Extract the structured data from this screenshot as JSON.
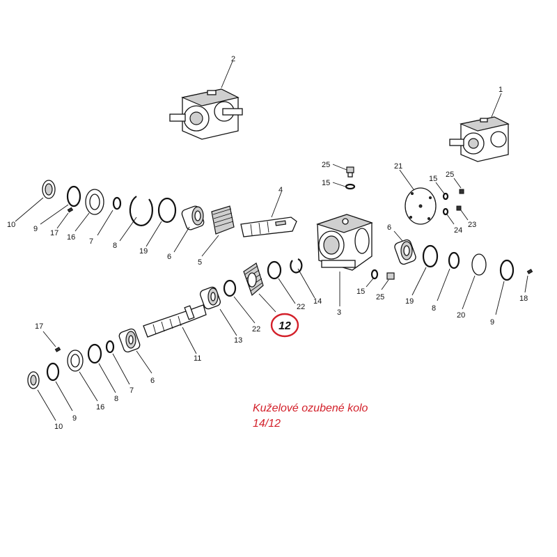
{
  "labels": {
    "l1": "1",
    "l2": "2",
    "l3": "3",
    "l4": "4",
    "l5": "5",
    "l6a": "6",
    "l6b": "6",
    "l6c": "6",
    "l7a": "7",
    "l7b": "7",
    "l8a": "8",
    "l8b": "8",
    "l8c": "8",
    "l9a": "9",
    "l9b": "9",
    "l9c": "9",
    "l10a": "10",
    "l10b": "10",
    "l11": "11",
    "l12": "12",
    "l13": "13",
    "l14": "14",
    "l15a": "15",
    "l15b": "15",
    "l15c": "15",
    "l16a": "16",
    "l16b": "16",
    "l17a": "17",
    "l17b": "17",
    "l18": "18",
    "l19a": "19",
    "l19b": "19",
    "l20": "20",
    "l21": "21",
    "l22a": "22",
    "l22b": "22",
    "l23": "23",
    "l24": "24",
    "l25a": "25",
    "l25b": "25",
    "l25c": "25"
  },
  "highlight": {
    "color": "#d3202a"
  },
  "caption": {
    "line1": "Kuželové ozubené kolo",
    "line2": "14/12"
  }
}
